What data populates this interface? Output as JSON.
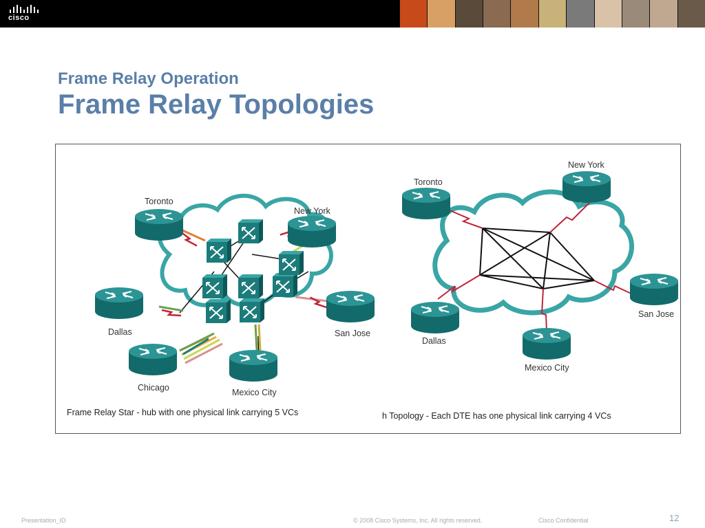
{
  "header": {
    "logo_text": "cisco",
    "photo_colors": [
      "#c84a1a",
      "#d9a066",
      "#5a4a3a",
      "#8a6a50",
      "#b07a4a",
      "#c9b27a",
      "#7a7a7a",
      "#d9c2a8",
      "#9a8a7a",
      "#c0a890",
      "#6a5a4a"
    ]
  },
  "slide": {
    "subtitle": "Frame Relay Operation",
    "title": "Frame Relay Topologies"
  },
  "diagram": {
    "star": {
      "sites": [
        "Toronto",
        "New York",
        "Dallas",
        "San Jose",
        "Chicago",
        "Mexico City"
      ],
      "caption": "Frame Relay Star - hub with one physical link carrying 5 VCs"
    },
    "mesh": {
      "sites": [
        "Toronto",
        "New York",
        "Dallas",
        "San Jose",
        "Mexico City"
      ],
      "caption": "h Topology - Each DTE has one physical link carrying 4 VCs"
    }
  },
  "footer": {
    "presentation_id": "Presentation_ID",
    "copyright": "© 2008 Cisco Systems, Inc. All rights reserved.",
    "confidential": "Cisco Confidential",
    "page_number": "12"
  },
  "colors": {
    "title": "#5a7fa8",
    "router": "#1c7b7b",
    "cloud_stroke": "#3aa5a5",
    "link_red": "#c0243a"
  }
}
